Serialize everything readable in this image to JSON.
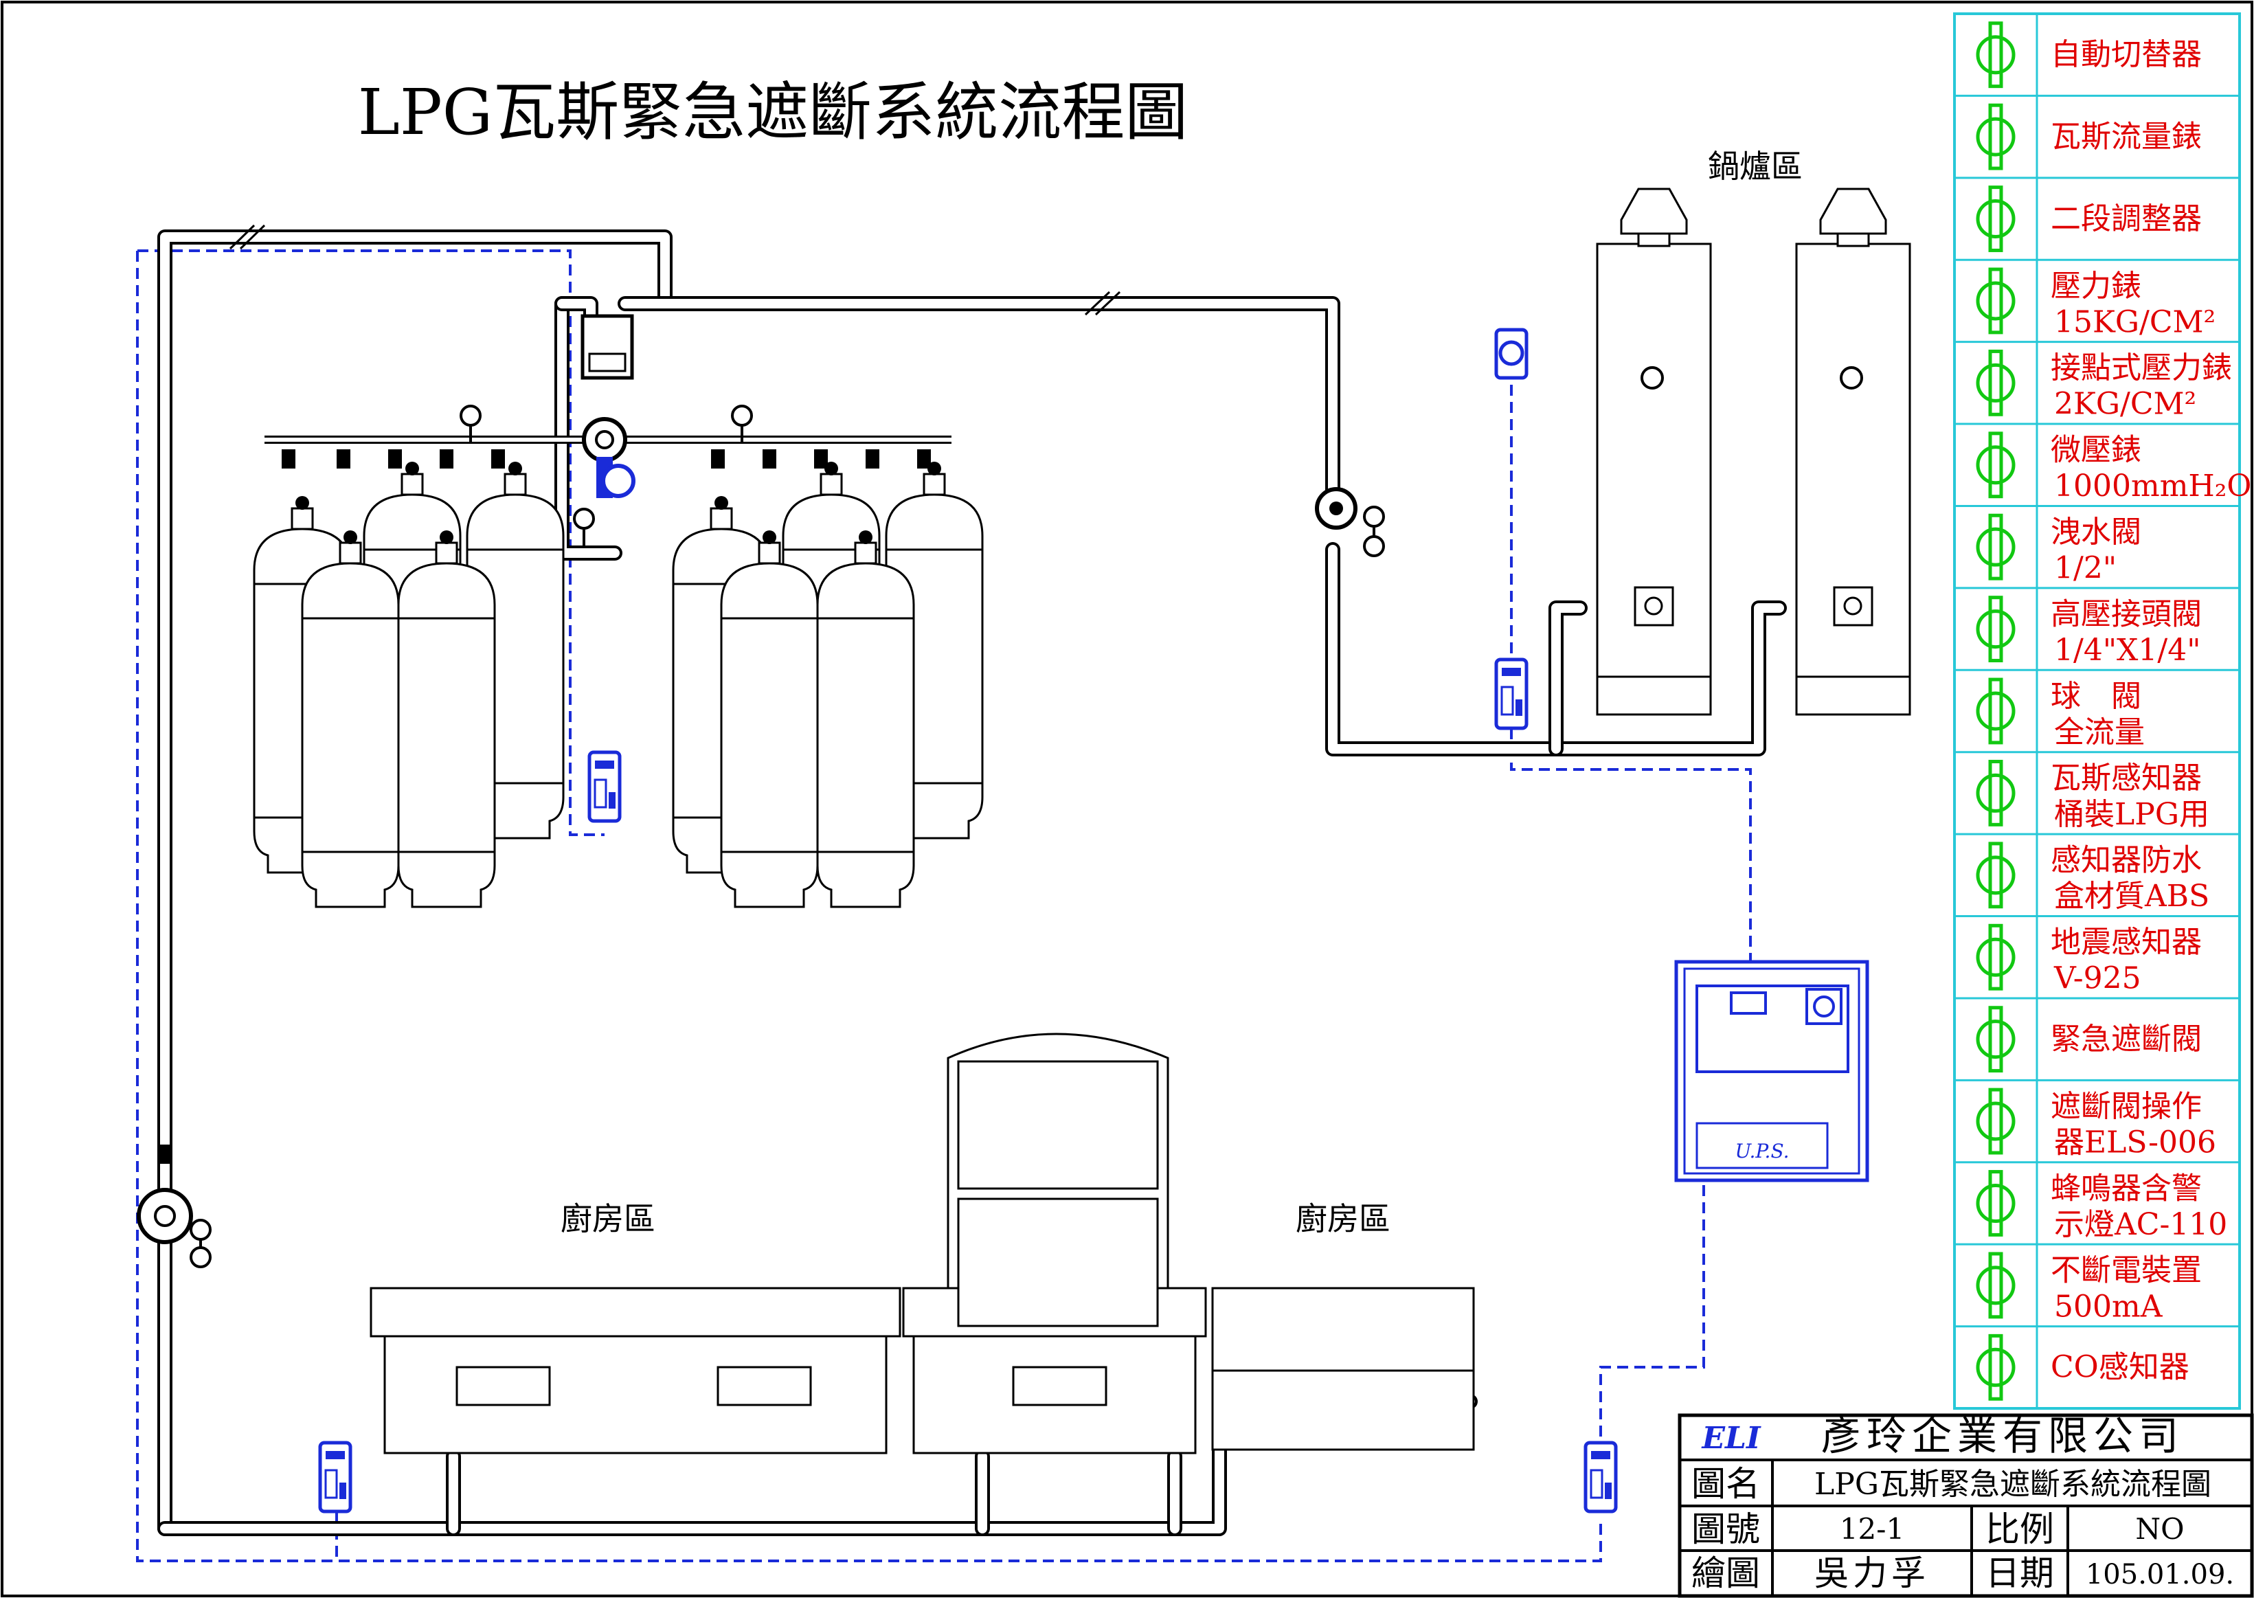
{
  "title": "LPG瓦斯緊急遮斷系統流程圖",
  "areas": {
    "boiler": "鍋爐區",
    "kitchen_left": "廚房區",
    "kitchen_right": "廚房區"
  },
  "legend": [
    {
      "l1": "自動切替器",
      "l2": ""
    },
    {
      "l1": "瓦斯流量錶",
      "l2": ""
    },
    {
      "l1": "二段調整器",
      "l2": ""
    },
    {
      "l1": "壓力錶",
      "l2": "15KG/CM²"
    },
    {
      "l1": "接點式壓力錶",
      "l2": "2KG/CM²"
    },
    {
      "l1": "微壓錶",
      "l2": "1000mmH₂O"
    },
    {
      "l1": "洩水閥",
      "l2": "1/2\""
    },
    {
      "l1": "高壓接頭閥",
      "l2": "1/4\"X1/4\""
    },
    {
      "l1": "球　閥",
      "l2": "全流量"
    },
    {
      "l1": "瓦斯感知器",
      "l2": "桶裝LPG用"
    },
    {
      "l1": "感知器防水",
      "l2": "盒材質ABS"
    },
    {
      "l1": "地震感知器",
      "l2": "V-925"
    },
    {
      "l1": "緊急遮斷閥",
      "l2": ""
    },
    {
      "l1": "遮斷閥操作",
      "l2": "器ELS-006"
    },
    {
      "l1": "蜂鳴器含警",
      "l2": "示燈AC-110"
    },
    {
      "l1": "不斷電裝置",
      "l2": "500mA"
    },
    {
      "l1": "CO感知器",
      "l2": ""
    }
  ],
  "ups_label": "U.P.S.",
  "title_block": {
    "logo": "ELI",
    "company": "彥玲企業有限公司",
    "name_label": "圖名",
    "name_value": "LPG瓦斯緊急遮斷系統流程圖",
    "number_label": "圖號",
    "number_value": "12-1",
    "scale_label": "比例",
    "scale_value": "NO",
    "drawn_label": "繪圖",
    "drawn_value": "吳力孚",
    "date_label": "日期",
    "date_value": "105.01.09."
  },
  "colors": {
    "legend_border": "#28c8d8",
    "legend_text": "#e00000",
    "wire": "#1a2bd8",
    "symbol": "#12c812"
  }
}
